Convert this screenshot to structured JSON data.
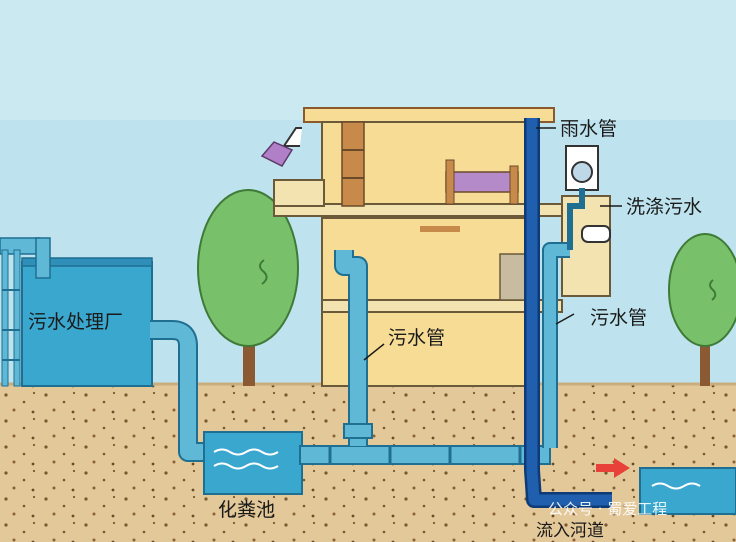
{
  "labels": {
    "rain_pipe": "雨水管",
    "laundry_wastewater": "洗涤污水",
    "sewage_pipe_right": "污水管",
    "sewage_pipe_middle": "污水管",
    "treatment_plant": "污水处理厂",
    "septic_tank": "化粪池",
    "into_river": "流入河道"
  },
  "watermark": {
    "text": "公众号 · 蜀爱工程"
  },
  "colors": {
    "sky": "#bfe3ee",
    "ground": "#e3c99a",
    "house_wall": "#f6dc94",
    "pipe_light": "#5fb8d6",
    "pipe_dark": "#1f5fae",
    "tank": "#3aa7cf",
    "tree": "#79c06b",
    "arrow": "#e8413a"
  }
}
